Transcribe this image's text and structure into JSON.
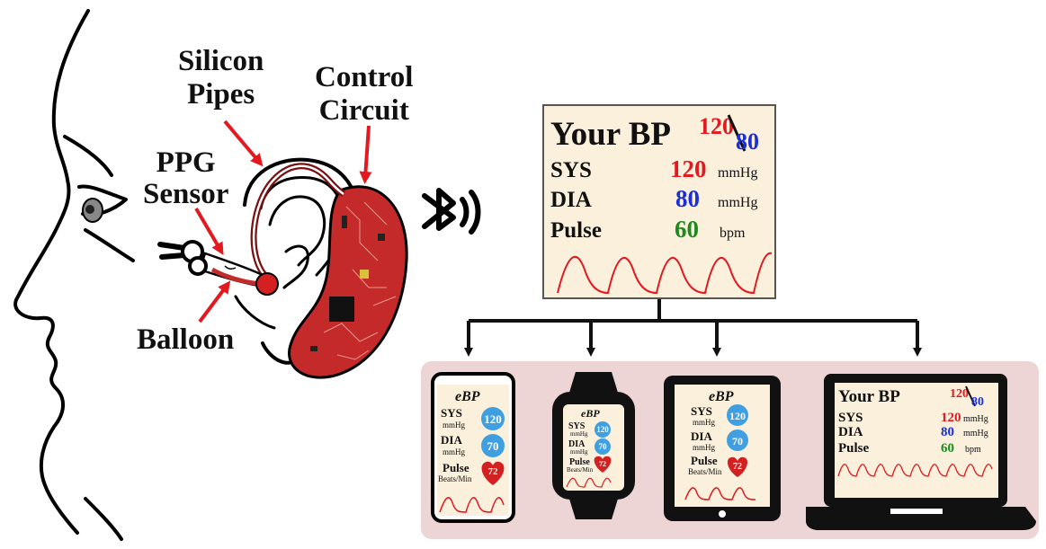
{
  "labels": {
    "silicon_pipes_line1": "Silicon",
    "silicon_pipes_line2": "Pipes",
    "control_line1": "Control",
    "control_line2": "Circuit",
    "ppg_line1": "PPG",
    "ppg_line2": "Sensor",
    "balloon": "Balloon"
  },
  "main_display": {
    "title": "Your BP",
    "bp_sys": "120",
    "bp_dia": "80",
    "rows": [
      {
        "label": "SYS",
        "value": "120",
        "unit": "mmHg"
      },
      {
        "label": "DIA",
        "value": "80",
        "unit": "mmHg"
      },
      {
        "label": "Pulse",
        "value": "60",
        "unit": "bpm"
      }
    ]
  },
  "phone": {
    "title": "eBP",
    "sys_label": "SYS",
    "sys_unit": "mmHg",
    "sys_value": "120",
    "dia_label": "DIA",
    "dia_unit": "mmHg",
    "dia_value": "70",
    "pulse_label": "Pulse",
    "pulse_unit": "Beats/Min",
    "pulse_value": "72"
  },
  "watch": {
    "title": "eBP",
    "sys_label": "SYS",
    "sys_unit": "mmHg",
    "sys_value": "120",
    "dia_label": "DIA",
    "dia_unit": "mmHg",
    "dia_value": "70",
    "pulse_label": "Pulse",
    "pulse_unit": "Beats/Min",
    "pulse_value": "72"
  },
  "tablet": {
    "title": "eBP",
    "sys_label": "SYS",
    "sys_unit": "mmHg",
    "sys_value": "120",
    "dia_label": "DIA",
    "dia_unit": "mmHg",
    "dia_value": "70",
    "pulse_label": "Pulse",
    "pulse_unit": "Beats/Min",
    "pulse_value": "72"
  },
  "laptop": {
    "title": "Your BP",
    "bp_sys": "120",
    "bp_dia": "80",
    "rows": [
      {
        "label": "SYS",
        "value": "120",
        "unit": "mmHg"
      },
      {
        "label": "DIA",
        "value": "80",
        "unit": "mmHg"
      },
      {
        "label": "Pulse",
        "value": "60",
        "unit": "bpm"
      }
    ]
  },
  "colors": {
    "sys_red": "#e3191f",
    "dia_blue": "#1a2fd6",
    "pulse_green": "#1e8a1e",
    "screen_bg": "#faf0dc",
    "panel_bg": "#edd5d6",
    "circuit_red": "#c42a2a",
    "badge_blue": "#3f9fe0"
  },
  "icons": [
    "bluetooth-icon",
    "heart-icon"
  ]
}
